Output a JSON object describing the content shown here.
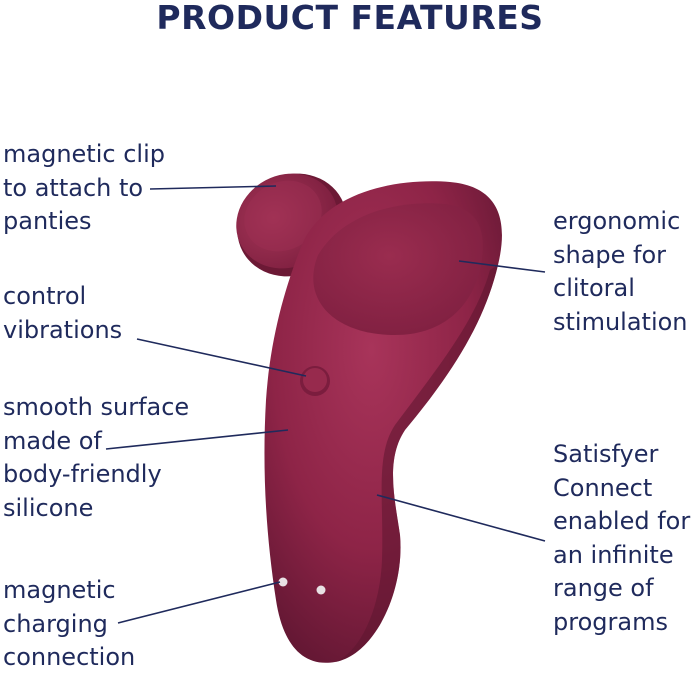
{
  "title": "PRODUCT FEATURES",
  "features": [
    {
      "lines": [
        "magnetic clip",
        "to attach to",
        "panties"
      ]
    },
    {
      "lines": [
        "control",
        "vibrations"
      ]
    },
    {
      "lines": [
        "smooth surface",
        "made of",
        "body-friendly",
        "silicone"
      ]
    },
    {
      "lines": [
        "magnetic",
        "charging",
        "connection"
      ]
    },
    {
      "lines": [
        "ergonomic",
        "shape for",
        "clitoral",
        "stimulation"
      ]
    },
    {
      "lines": [
        "Satisfyer",
        "Connect",
        "enabled for",
        "an infinite",
        "range of",
        "programs"
      ]
    }
  ],
  "colors": {
    "heading": "#1f2a5c",
    "product_body": "#8e2447",
    "product_shadow": "#5e1530",
    "leader_line": "#1f2a5c"
  }
}
